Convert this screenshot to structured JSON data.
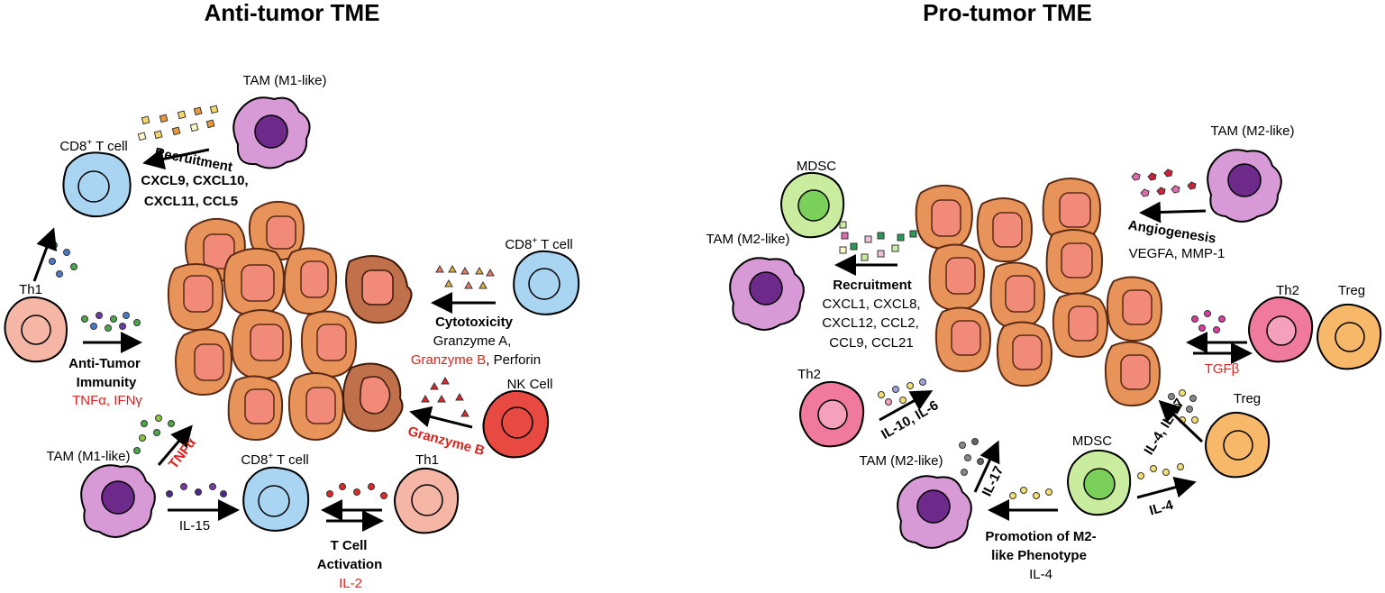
{
  "left_panel": {
    "title": "Anti-tumor TME",
    "cells": {
      "tam_m1_top": "TAM (M1-like)",
      "cd8_top_left_base": "CD8",
      "cd8_top_left_sup": "+",
      "cd8_top_left_rest": " T cell",
      "th1_left": "Th1",
      "cd8_right_base": "CD8",
      "cd8_right_sup": "+",
      "cd8_right_rest": " T cell",
      "nk_cell": "NK Cell",
      "tam_m1_bottom": "TAM (M1-like)",
      "cd8_bottom_base": "CD8",
      "cd8_bottom_sup": "+",
      "cd8_bottom_rest": " T cell",
      "th1_bottom": "Th1"
    },
    "recruitment": {
      "title": "Recruitment",
      "line1": "CXCL9, CXCL10,",
      "line2": "CXCL11, CCL5"
    },
    "cytotoxicity": {
      "title": "Cytotoxicity",
      "line1": "Granzyme A,",
      "line2_red": "Granzyme B",
      "line2_rest": ", Perforin"
    },
    "granzyme_b": "Granzyme B",
    "anti_tumor": {
      "line1": "Anti-Tumor",
      "line2": "Immunity",
      "factors": "TNFα, IFNγ"
    },
    "tnfa": "TNFα",
    "il15": "IL-15",
    "t_cell_activation": {
      "line1": "T Cell",
      "line2": "Activation",
      "factor": "IL-2"
    }
  },
  "right_panel": {
    "title": "Pro-tumor TME",
    "cells": {
      "tam_m2_top_right": "TAM (M2-like)",
      "mdsc_top": "MDSC",
      "tam_m2_left": "TAM (M2-like)",
      "th2_right": "Th2",
      "treg_right": "Treg",
      "th2_left": "Th2",
      "treg_mid": "Treg",
      "mdsc_bottom": "MDSC",
      "tam_m2_bottom": "TAM (M2-like)"
    },
    "angiogenesis": {
      "title": "Angiogenesis",
      "factors": "VEGFA, MMP-1"
    },
    "recruitment": {
      "title": "Recruitment",
      "line1": "CXCL1, CXCL8,",
      "line2": "CXCL12, CCL2,",
      "line3": "CCL9, CCL21"
    },
    "tgfb": "TGFβ",
    "il10_il6": "IL-10, IL-6",
    "il4_il17": "IL-4, IL-17",
    "il17": "IL-17",
    "il4": "IL-4",
    "promotion": {
      "line1": "Promotion of M2-",
      "line2": "like Phenotype",
      "factor": "IL-4"
    }
  },
  "colors": {
    "tumor_cell": "#e8935a",
    "tumor_nucleus": "#f28a7a",
    "necrotic_cell": "#c0704a",
    "cd8_cell": "#a9d4f2",
    "th1_cell": "#f5b6a6",
    "tam_cell": "#d89ad6",
    "tam_nucleus": "#6e2a8a",
    "nk_cell": "#e84a42",
    "mdsc_cell": "#c9ec9f",
    "th2_cell": "#f07a9e",
    "treg_cell": "#f7b86a",
    "highlight_text": "#e0201b"
  }
}
